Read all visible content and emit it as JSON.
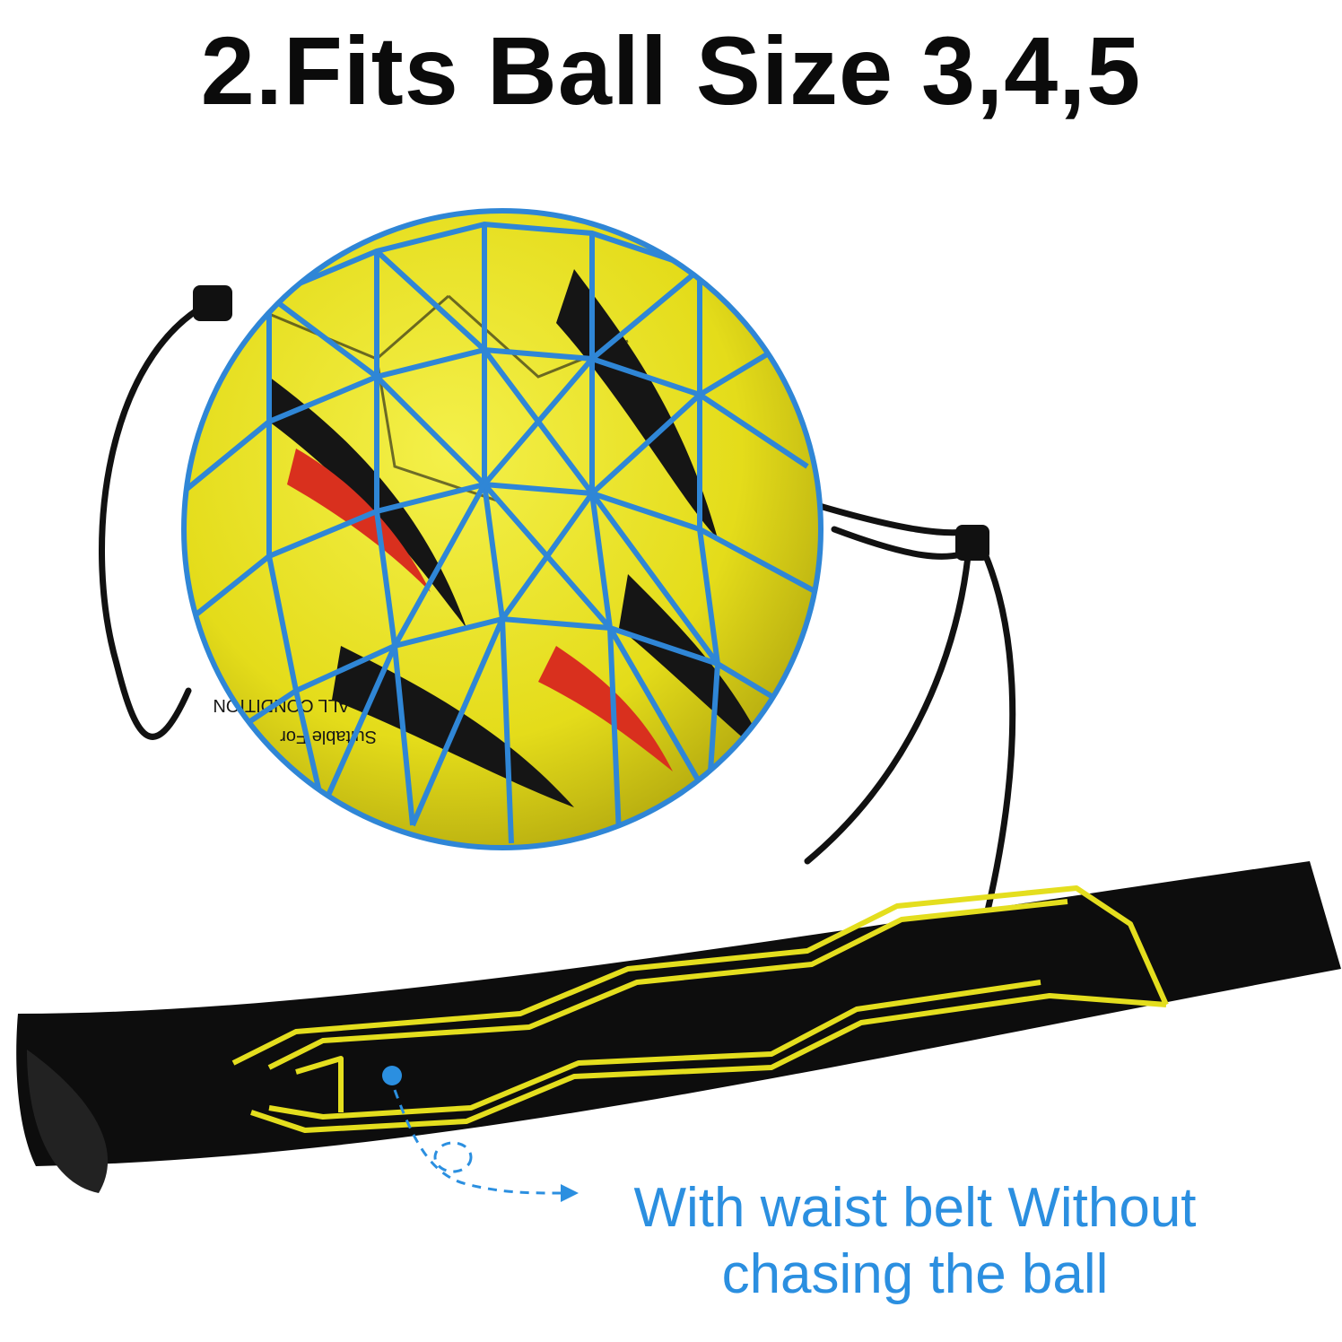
{
  "headline": "2.Fits Ball Size 3,4,5",
  "ball": {
    "print_line_1": "ALL CONDITION",
    "print_line_2": "Suitable For"
  },
  "callout": {
    "line1": "With waist belt Without",
    "line2": "chasing the ball"
  },
  "colors": {
    "ball": "#e9e31f",
    "net": "#2f86d6",
    "belt": "#0d0d0d",
    "belt_pattern": "#e4de1e",
    "cord": "#111111",
    "callout": "#2b8fe0"
  }
}
